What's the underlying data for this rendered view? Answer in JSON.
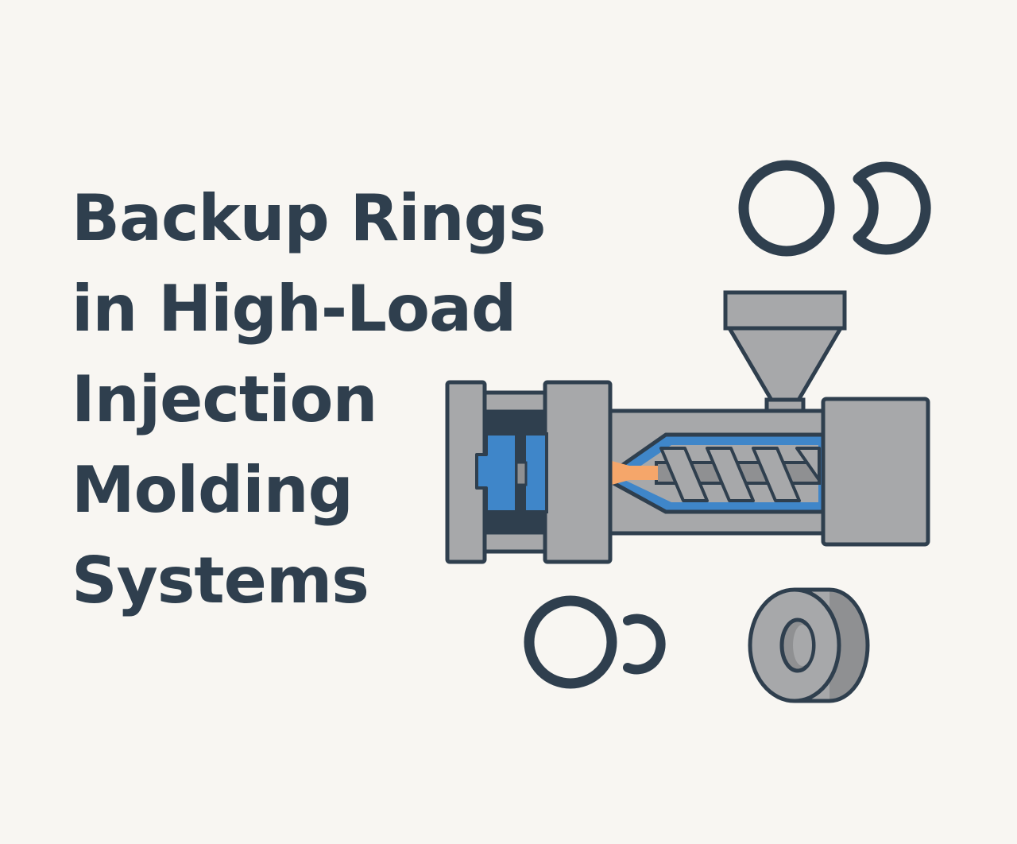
{
  "colors": {
    "background": "#f8f6f2",
    "ink": "#2f3f4e",
    "steel": "#a7a8aa",
    "steel_dark": "#8f9092",
    "mold_dark": "#2f3f4e",
    "mold_blue": "#3f86c9",
    "melt_orange": "#f5a66a"
  },
  "title": {
    "lines": [
      "Backup Rings",
      "in High-Load",
      "Injection",
      "Molding",
      "Systems"
    ]
  }
}
